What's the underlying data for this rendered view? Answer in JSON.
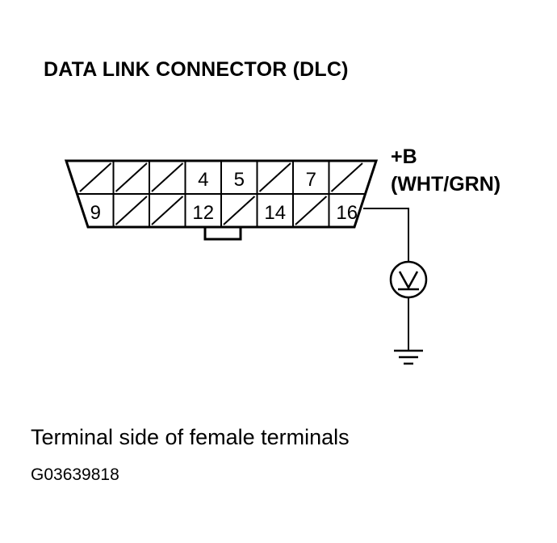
{
  "title": "DATA LINK CONNECTOR (DLC)",
  "supply_label": "+B",
  "wire_color_label": "(WHT/GRN)",
  "caption": "Terminal side of female terminals",
  "figure_code": "G03639818",
  "connector": {
    "top_row": [
      {
        "pin": "",
        "empty": true
      },
      {
        "pin": "",
        "empty": true
      },
      {
        "pin": "",
        "empty": true
      },
      {
        "pin": "4",
        "empty": false
      },
      {
        "pin": "5",
        "empty": false
      },
      {
        "pin": "",
        "empty": true
      },
      {
        "pin": "7",
        "empty": false
      },
      {
        "pin": "",
        "empty": true
      }
    ],
    "bottom_row": [
      {
        "pin": "9",
        "empty": false
      },
      {
        "pin": "",
        "empty": true
      },
      {
        "pin": "",
        "empty": true
      },
      {
        "pin": "12",
        "empty": false
      },
      {
        "pin": "",
        "empty": true
      },
      {
        "pin": "14",
        "empty": false
      },
      {
        "pin": "",
        "empty": true
      },
      {
        "pin": "16",
        "empty": false
      }
    ],
    "probe_pin": "16"
  },
  "meter_icon": "voltmeter-icon",
  "ground_icon": "ground-icon"
}
